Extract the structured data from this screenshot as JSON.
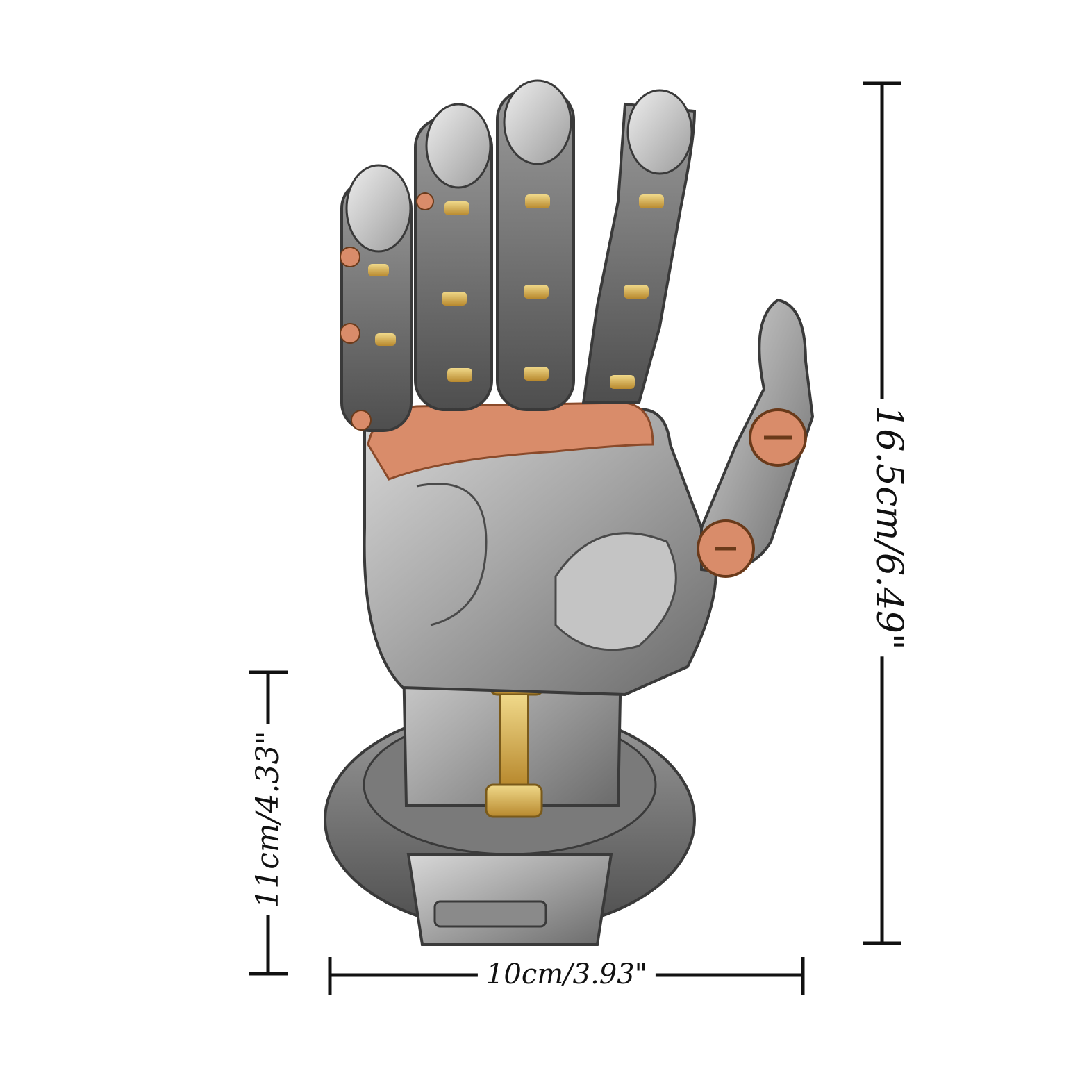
{
  "dimensions": {
    "height": "16.5cm/6.49\"",
    "base_height": "11cm/4.33\"",
    "width": "10cm/3.93\""
  },
  "colors": {
    "silver": "#b9b9b9",
    "dark_metal": "#5e5e5e",
    "copper": "#d98c6a",
    "brass": "#d7b45a",
    "line": "#111111"
  }
}
